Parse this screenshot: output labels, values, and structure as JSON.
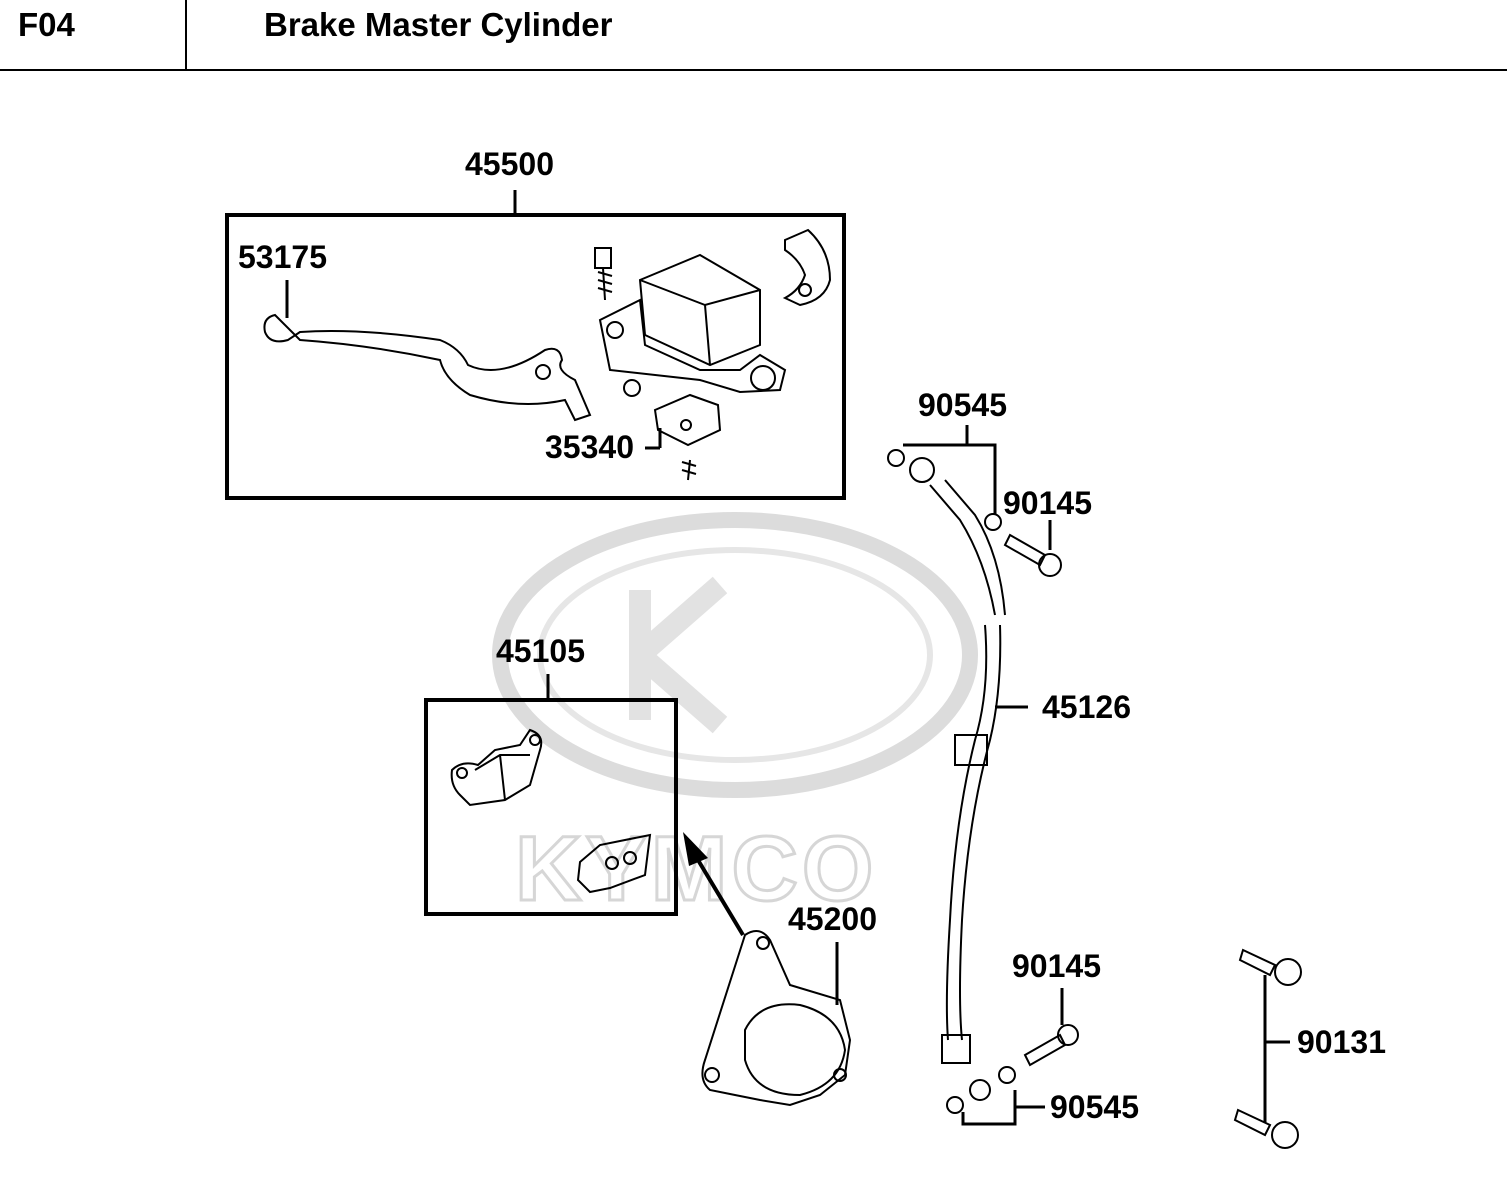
{
  "header": {
    "code": "F04",
    "title": "Brake Master Cylinder"
  },
  "watermark": {
    "text": "KYMCO"
  },
  "callouts": {
    "master_cylinder_assy": "45500",
    "brake_lever": "53175",
    "stop_switch": "35340",
    "hose_washer_top": "90545",
    "hose_bolt_top": "90145",
    "brake_hose": "45126",
    "brake_pads": "45105",
    "caliper_assy": "45200",
    "hose_bolt_bottom": "90145",
    "hose_washer_bottom": "90545",
    "caliper_bolt": "90131"
  }
}
